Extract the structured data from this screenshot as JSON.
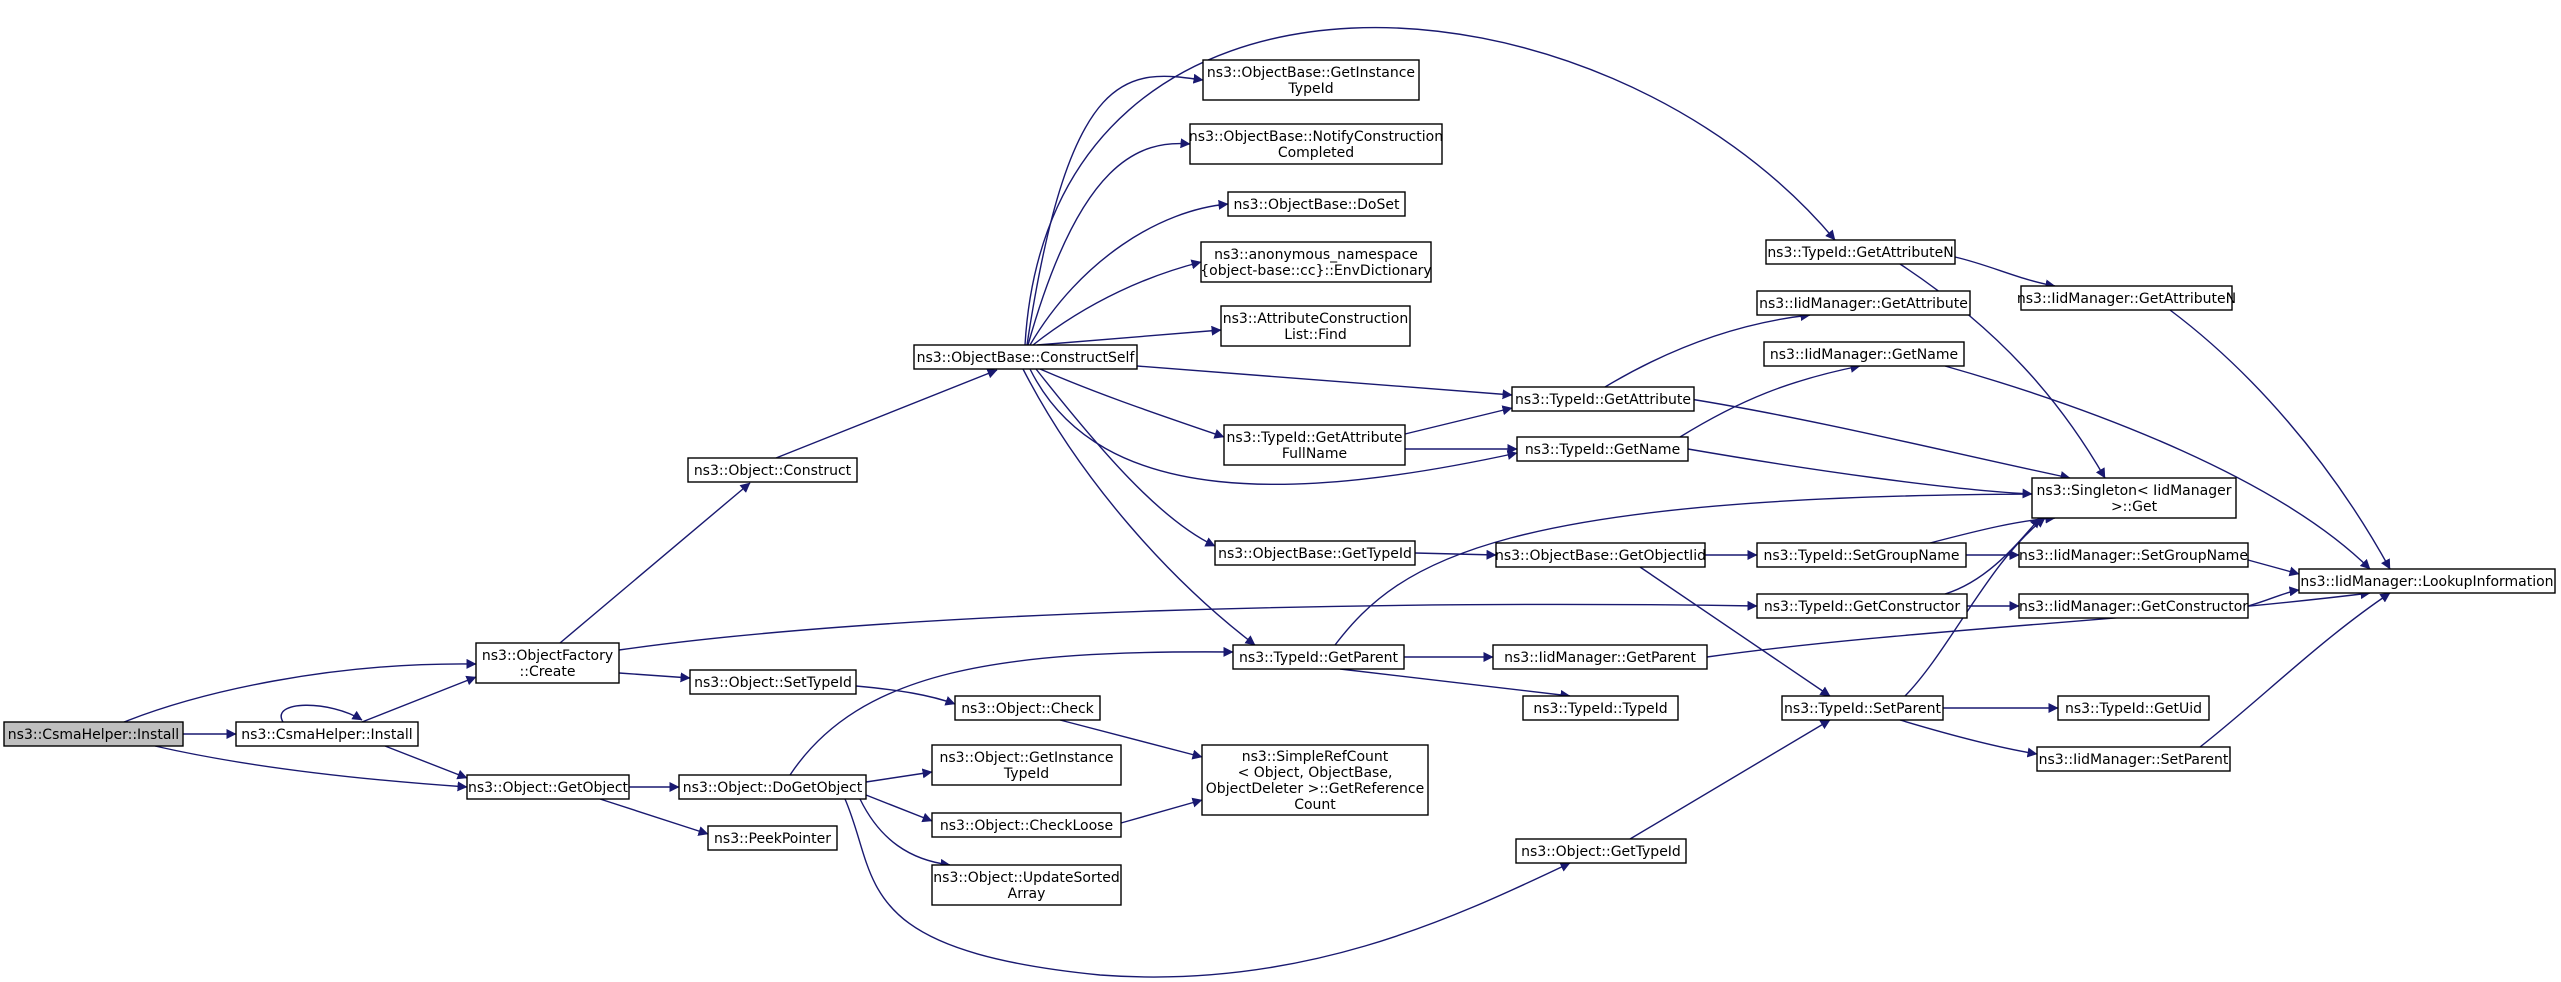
{
  "diagram": {
    "type": "call-graph",
    "edge_color": "#191970",
    "root_fill": "#bfbfbf",
    "nodes": [
      {
        "id": "csma_install_root",
        "lines": [
          "ns3::CsmaHelper::Install"
        ],
        "root": true
      },
      {
        "id": "csma_install",
        "lines": [
          "ns3::CsmaHelper::Install"
        ]
      },
      {
        "id": "objfactory_create",
        "lines": [
          "ns3::ObjectFactory",
          "::Create"
        ]
      },
      {
        "id": "object_construct",
        "lines": [
          "ns3::Object::Construct"
        ]
      },
      {
        "id": "objbase_constructself",
        "lines": [
          "ns3::ObjectBase::ConstructSelf"
        ]
      },
      {
        "id": "objbase_getinstancetypeid",
        "lines": [
          "ns3::ObjectBase::GetInstance",
          "TypeId"
        ]
      },
      {
        "id": "objbase_notifyconstruction",
        "lines": [
          "ns3::ObjectBase::NotifyConstruction",
          "Completed"
        ]
      },
      {
        "id": "objbase_doset",
        "lines": [
          "ns3::ObjectBase::DoSet"
        ]
      },
      {
        "id": "envdictionary",
        "lines": [
          "ns3::anonymous_namespace",
          "{object-base::cc}::EnvDictionary"
        ]
      },
      {
        "id": "attrconstruction_find",
        "lines": [
          "ns3::AttributeConstruction",
          "List::Find"
        ]
      },
      {
        "id": "typeid_getattributefullname",
        "lines": [
          "ns3::TypeId::GetAttribute",
          "FullName"
        ]
      },
      {
        "id": "objbase_gettypeid",
        "lines": [
          "ns3::ObjectBase::GetTypeId"
        ]
      },
      {
        "id": "typeid_getattributen",
        "lines": [
          "ns3::TypeId::GetAttributeN"
        ]
      },
      {
        "id": "iidmanager_getattributen",
        "lines": [
          "ns3::IidManager::GetAttributeN"
        ]
      },
      {
        "id": "iidmanager_getattribute",
        "lines": [
          "ns3::IidManager::GetAttribute"
        ]
      },
      {
        "id": "iidmanager_getname",
        "lines": [
          "ns3::IidManager::GetName"
        ]
      },
      {
        "id": "typeid_getattribute",
        "lines": [
          "ns3::TypeId::GetAttribute"
        ]
      },
      {
        "id": "typeid_getname",
        "lines": [
          "ns3::TypeId::GetName"
        ]
      },
      {
        "id": "singleton_get",
        "lines": [
          "ns3::Singleton< IidManager",
          " >::Get"
        ]
      },
      {
        "id": "objbase_getobjectiid",
        "lines": [
          "ns3::ObjectBase::GetObjectIid"
        ]
      },
      {
        "id": "typeid_setgroupname",
        "lines": [
          "ns3::TypeId::SetGroupName"
        ]
      },
      {
        "id": "iidmanager_setgroupname",
        "lines": [
          "ns3::IidManager::SetGroupName"
        ]
      },
      {
        "id": "iidmanager_lookupinformation",
        "lines": [
          "ns3::IidManager::LookupInformation"
        ]
      },
      {
        "id": "typeid_getconstructor",
        "lines": [
          "ns3::TypeId::GetConstructor"
        ]
      },
      {
        "id": "iidmanager_getconstructor",
        "lines": [
          "ns3::IidManager::GetConstructor"
        ]
      },
      {
        "id": "typeid_getparent",
        "lines": [
          "ns3::TypeId::GetParent"
        ]
      },
      {
        "id": "iidmanager_getparent",
        "lines": [
          "ns3::IidManager::GetParent"
        ]
      },
      {
        "id": "typeid_typeid",
        "lines": [
          "ns3::TypeId::TypeId"
        ]
      },
      {
        "id": "object_settypeid",
        "lines": [
          "ns3::Object::SetTypeId"
        ]
      },
      {
        "id": "object_check",
        "lines": [
          "ns3::Object::Check"
        ]
      },
      {
        "id": "typeid_setparent",
        "lines": [
          "ns3::TypeId::SetParent"
        ]
      },
      {
        "id": "typeid_getuid",
        "lines": [
          "ns3::TypeId::GetUid"
        ]
      },
      {
        "id": "iidmanager_setparent",
        "lines": [
          "ns3::IidManager::SetParent"
        ]
      },
      {
        "id": "object_getobject",
        "lines": [
          "ns3::Object::GetObject"
        ]
      },
      {
        "id": "object_dogetobject",
        "lines": [
          "ns3::Object::DoGetObject"
        ]
      },
      {
        "id": "object_getinstancetypeid",
        "lines": [
          "ns3::Object::GetInstance",
          "TypeId"
        ]
      },
      {
        "id": "simplerefcount",
        "lines": [
          "ns3::SimpleRefCount",
          "< Object, ObjectBase,",
          " ObjectDeleter >::GetReference",
          "Count"
        ]
      },
      {
        "id": "object_checkloose",
        "lines": [
          "ns3::Object::CheckLoose"
        ]
      },
      {
        "id": "peekpointer",
        "lines": [
          "ns3::PeekPointer"
        ]
      },
      {
        "id": "object_updatesortedarray",
        "lines": [
          "ns3::Object::UpdateSorted",
          "Array"
        ]
      },
      {
        "id": "object_gettypeid",
        "lines": [
          "ns3::Object::GetTypeId"
        ]
      }
    ]
  }
}
